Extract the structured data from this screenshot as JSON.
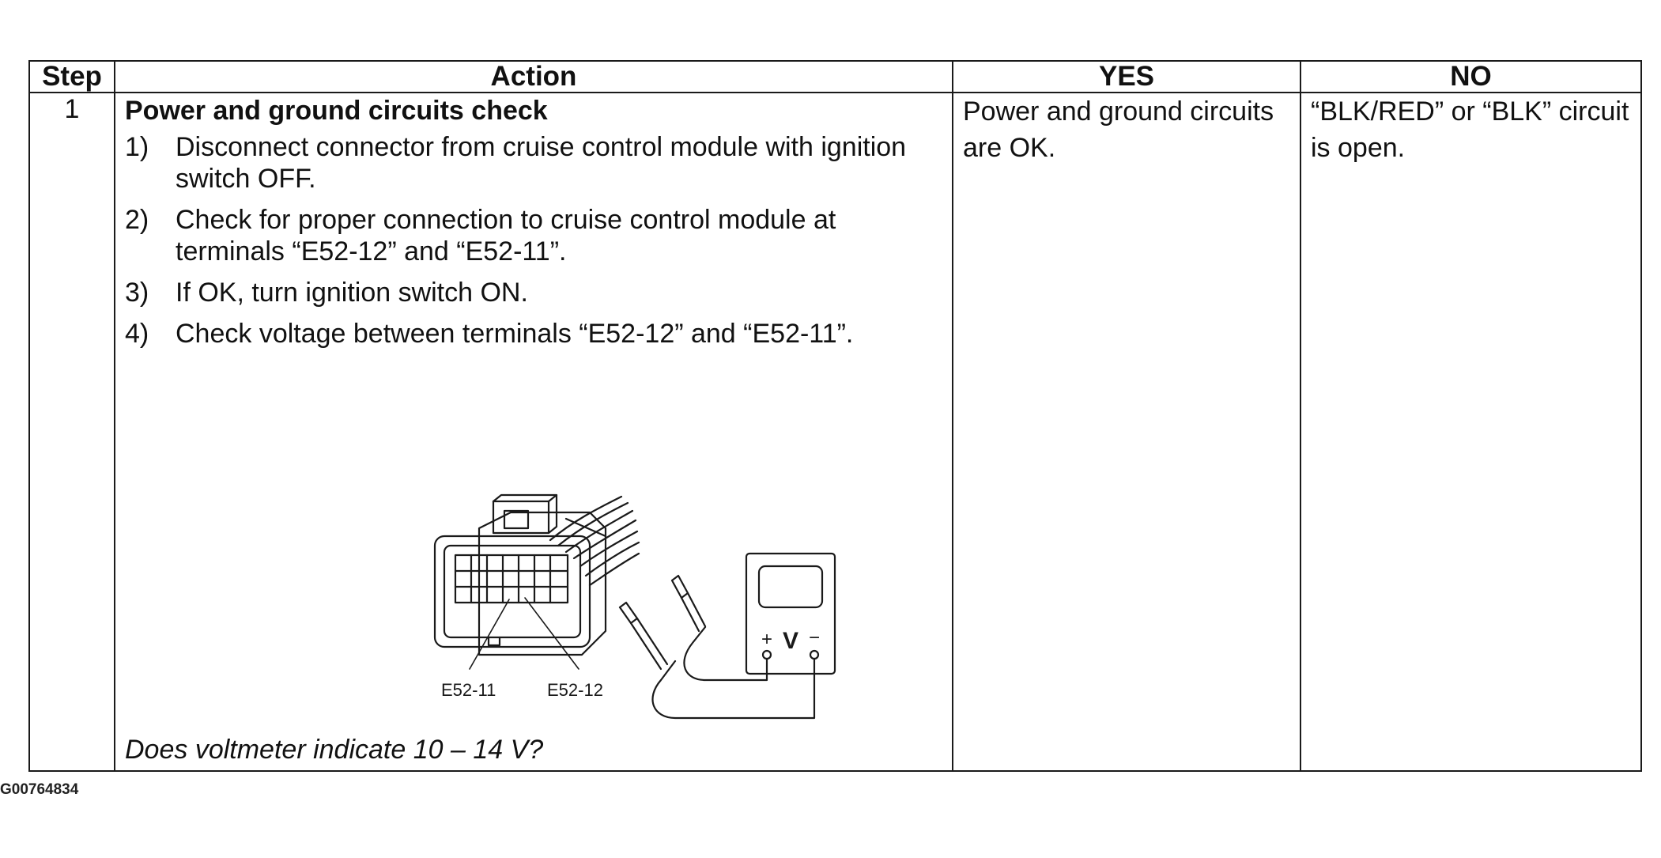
{
  "table": {
    "headers": {
      "step": "Step",
      "action": "Action",
      "yes": "YES",
      "no": "NO"
    },
    "rows": [
      {
        "step": "1",
        "title": "Power and ground circuits check",
        "items": [
          {
            "num": "1)",
            "text": "Disconnect connector from cruise control module with ignition switch OFF."
          },
          {
            "num": "2)",
            "text": "Check for proper connection to cruise control module at terminals “E52-12” and “E52-11”."
          },
          {
            "num": "3)",
            "text": "If OK, turn ignition switch ON."
          },
          {
            "num": "4)",
            "text": "Check voltage between terminals “E52-12” and “E52-11”."
          }
        ],
        "figure": {
          "label_left": "E52-11",
          "label_right": "E52-12",
          "meter_plus": "+",
          "meter_v": "V",
          "meter_minus": "−"
        },
        "question": "Does voltmeter indicate 10 – 14 V?",
        "yes": "Power and ground circuits are OK.",
        "no": "“BLK/RED” or “BLK” circuit is open."
      }
    ]
  },
  "figure_code": "G00764834"
}
